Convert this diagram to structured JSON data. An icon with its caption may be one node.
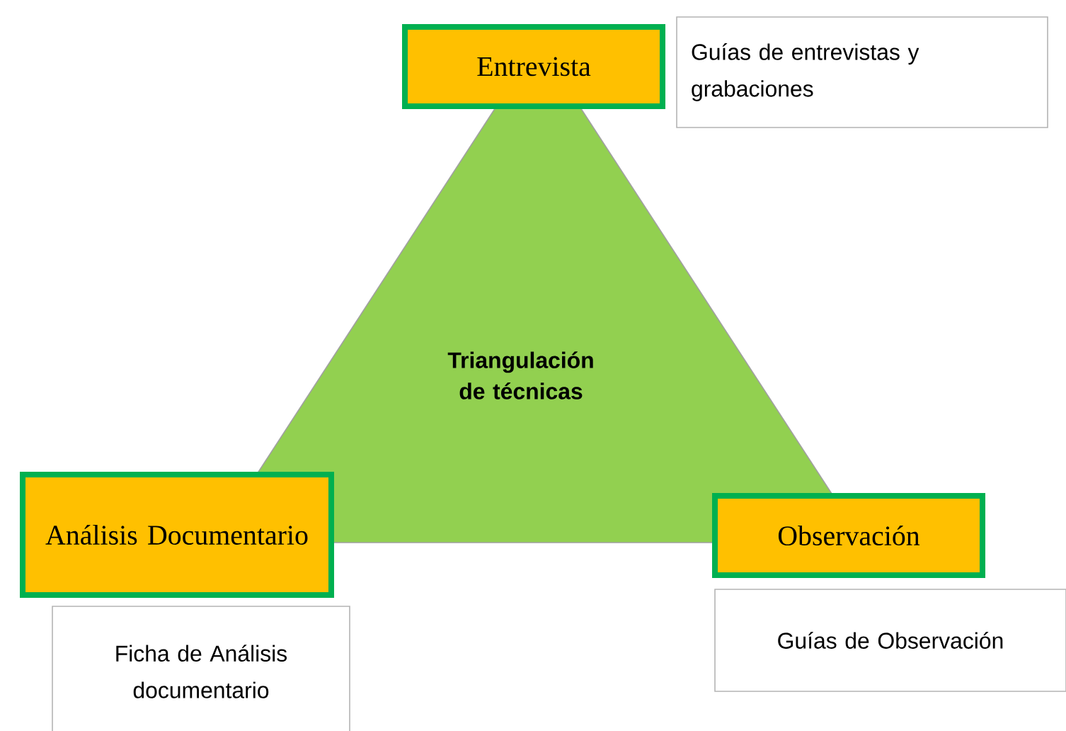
{
  "diagram": {
    "nodes": [
      {
        "text": [
          "Triangulación de técnicas"
        ]
      },
      {
        "text": [
          "Entrevista"
        ]
      },
      {
        "text": [
          "Guías de entrevistas y grabaciones"
        ]
      },
      {
        "text": [
          "Análisis Documentario"
        ]
      },
      {
        "text": [
          "Ficha de Análisis documentario"
        ]
      },
      {
        "text": [
          "Observación"
        ]
      },
      {
        "text": [
          "Guías de Observación"
        ]
      }
    ]
  }
}
